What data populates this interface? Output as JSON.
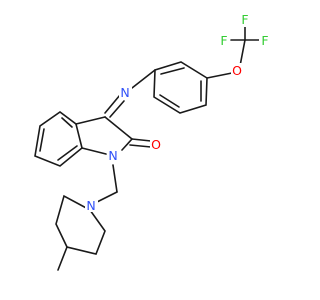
{
  "structure": {
    "atoms": {
      "F_top": {
        "symbol": "F",
        "color": "#33cc33"
      },
      "F_left": {
        "symbol": "F",
        "color": "#33cc33"
      },
      "F_right": {
        "symbol": "F",
        "color": "#33cc33"
      },
      "O_ether": {
        "symbol": "O",
        "color": "#ff0000"
      },
      "N_imine": {
        "symbol": "N",
        "color": "#3050f8"
      },
      "O_carbonyl": {
        "symbol": "O",
        "color": "#ff0000"
      },
      "N_indole": {
        "symbol": "N",
        "color": "#3050f8"
      },
      "N_piperidine": {
        "symbol": "N",
        "color": "#3050f8"
      }
    },
    "bond_color": "#1a1a1a"
  }
}
